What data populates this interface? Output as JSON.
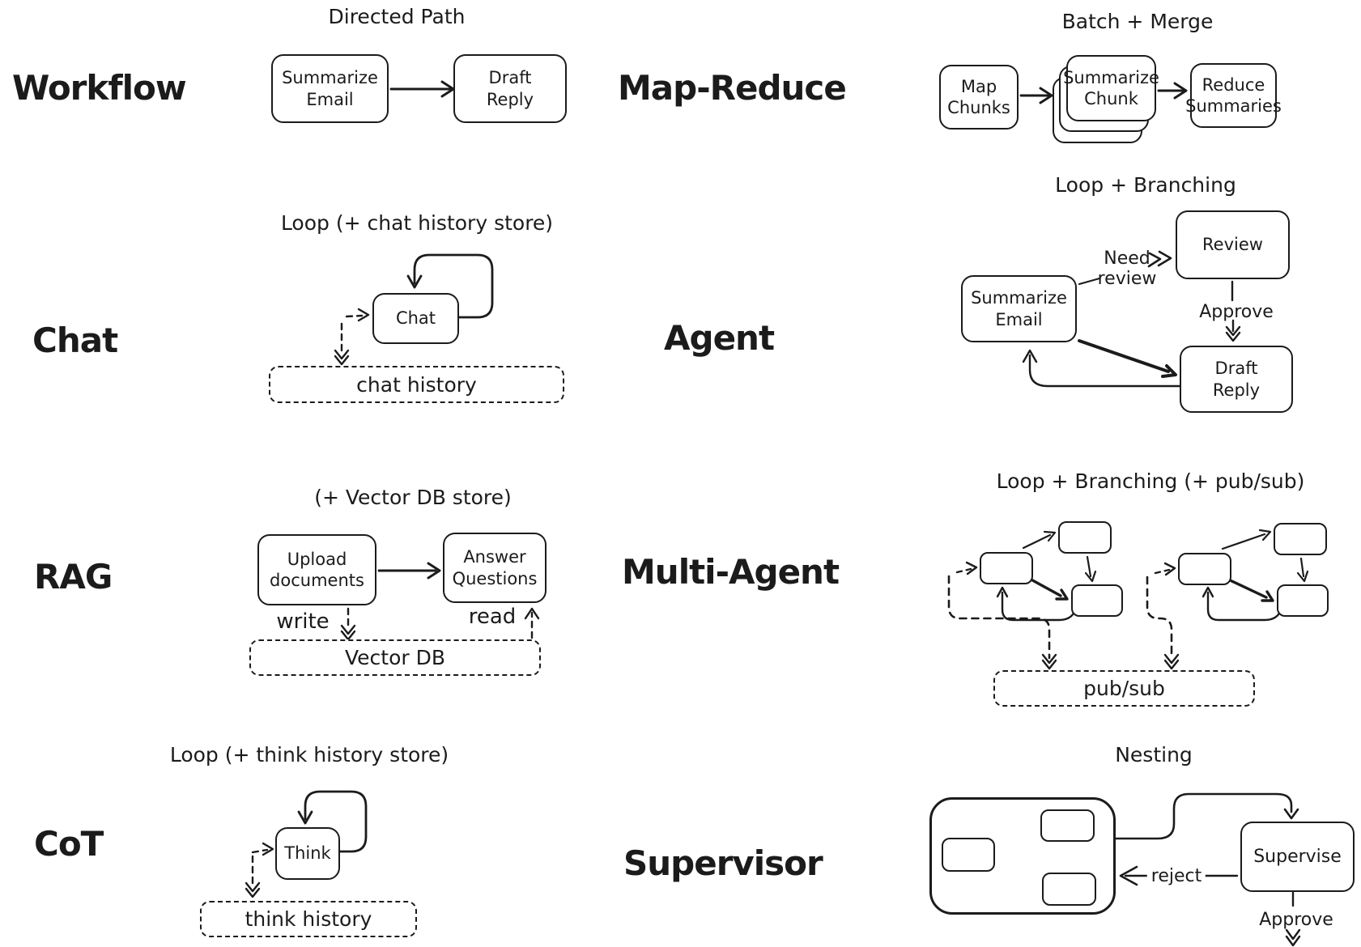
{
  "palette": {
    "ink": "#1b1b1b",
    "bg": "#ffffff"
  },
  "workflow": {
    "label": "Workflow",
    "title": "Directed Path",
    "nodes": {
      "summarize": "Summarize Email",
      "draft": "Draft Reply"
    }
  },
  "map_reduce": {
    "label": "Map-Reduce",
    "title": "Batch + Merge",
    "nodes": {
      "map": "Map Chunks",
      "summarize": "Summarize Chunk",
      "reduce": "Reduce Summaries"
    }
  },
  "chat": {
    "label": "Chat",
    "title": "Loop (+ chat history store)",
    "nodes": {
      "chat": "Chat"
    },
    "store": "chat history"
  },
  "agent": {
    "label": "Agent",
    "title": "Loop + Branching",
    "nodes": {
      "summarize": "Summarize Email",
      "review": "Review",
      "draft": "Draft Reply"
    },
    "edges": {
      "need_review": "Need review",
      "approve": "Approve"
    }
  },
  "rag": {
    "label": "RAG",
    "title": "(+ Vector DB store)",
    "nodes": {
      "upload": "Upload documents",
      "answer": "Answer Questions"
    },
    "edges": {
      "write": "write",
      "read": "read"
    },
    "store": "Vector DB"
  },
  "multi_agent": {
    "label": "Multi-Agent",
    "title": "Loop + Branching (+ pub/sub)",
    "store": "pub/sub"
  },
  "cot": {
    "label": "CoT",
    "title": "Loop (+ think history store)",
    "nodes": {
      "think": "Think"
    },
    "store": "think history"
  },
  "supervisor": {
    "label": "Supervisor",
    "title": "Nesting",
    "nodes": {
      "supervise": "Supervise"
    },
    "edges": {
      "reject": "reject",
      "approve": "Approve"
    }
  }
}
